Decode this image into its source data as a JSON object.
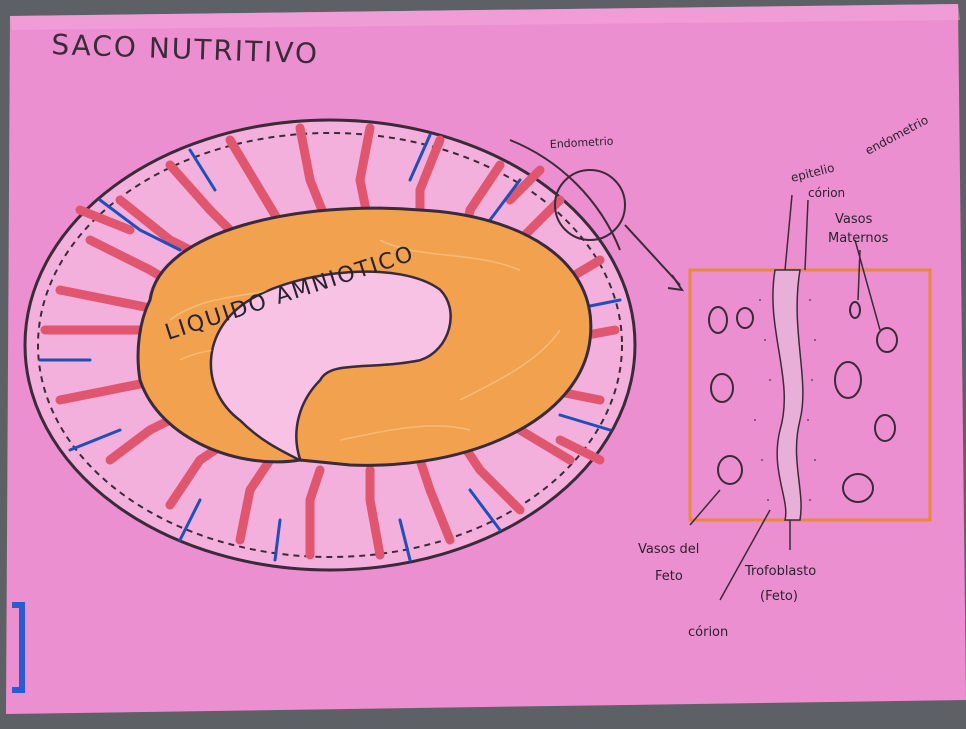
{
  "poster": {
    "title": "SACO NUTRITIVO",
    "center_label": "LIQUIDO AMNIOTICO",
    "labels": {
      "endometrio_top": "Endometrio",
      "epitelio": "epitelio",
      "corion_top": "córion",
      "endometrio_side": "endometrio",
      "vasos_maternos_1": "Vasos",
      "vasos_maternos_2": "Maternos",
      "vasos_feto_1": "Vasos del",
      "vasos_feto_2": "Feto",
      "trofoblasto_1": "Trofoblasto",
      "trofoblasto_2": "(Feto)",
      "corion_bottom": "córion"
    },
    "colors": {
      "paper": "#ec8fd0",
      "vessel_red": "#e0566f",
      "vessel_blue": "#1f4fb8",
      "amniotic_orange": "#f2a24e",
      "ink": "#2b2230"
    }
  }
}
